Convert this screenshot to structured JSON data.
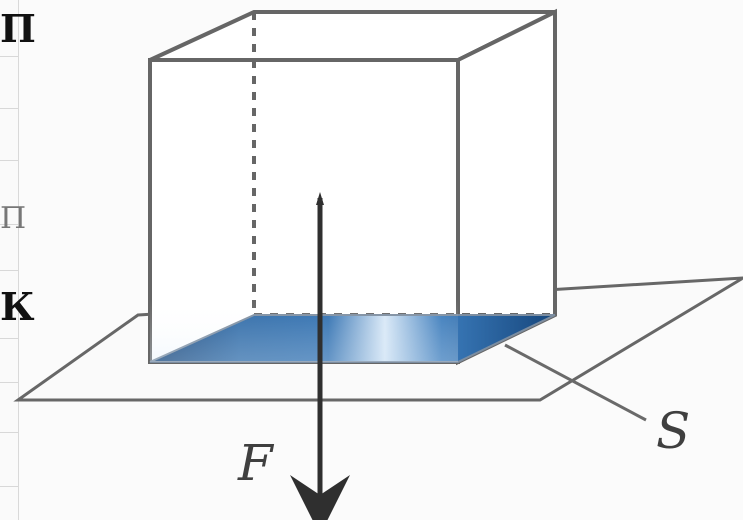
{
  "page": {
    "left_glyphs": [
      "П",
      "П",
      "К"
    ]
  },
  "diagram": {
    "labels": {
      "force": "F",
      "area": "S"
    },
    "colors": {
      "line": "#5a5a5a",
      "base_dark": "#1c4f86",
      "base_light": "#cfe0f1",
      "cube_face": "#ffffff"
    }
  }
}
